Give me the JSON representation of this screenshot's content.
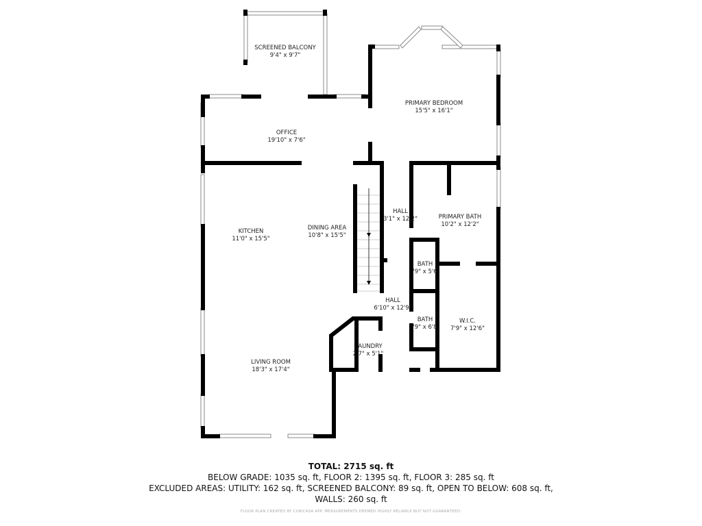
{
  "rooms": {
    "balcony": {
      "name": "SCREENED BALCONY",
      "dims": "9'4\" x 9'7\""
    },
    "office": {
      "name": "OFFICE",
      "dims": "19'10\" x 7'6\""
    },
    "bedroom": {
      "name": "PRIMARY BEDROOM",
      "dims": "15'5\" x 16'1\""
    },
    "kitchen": {
      "name": "KITCHEN",
      "dims": "11'0\" x 15'5\""
    },
    "dining": {
      "name": "DINING AREA",
      "dims": "10'8\" x 15'5\""
    },
    "hall1": {
      "name": "HALL",
      "dims": "3'1\" x 12'2\""
    },
    "pbath": {
      "name": "PRIMARY BATH",
      "dims": "10'2\" x 12'2\""
    },
    "bath1": {
      "name": "BATH",
      "dims": "'9\" x 5'6"
    },
    "hall2": {
      "name": "HALL",
      "dims": "6'10\" x 12'9\""
    },
    "bath2": {
      "name": "BATH",
      "dims": "'9\" x 6'8"
    },
    "wic": {
      "name": "W.I.C.",
      "dims": "7'9\" x 12'6\""
    },
    "laundry": {
      "name": "AUNDRY",
      "dims": "2'7\" x 5'1\""
    },
    "living": {
      "name": "LIVING ROOM",
      "dims": "18'3\" x 17'4\""
    }
  },
  "summary": {
    "total": "TOTAL: 2715 sq. ft",
    "line1": "BELOW GRADE: 1035 sq. ft, FLOOR 2: 1395 sq. ft, FLOOR 3: 285 sq. ft",
    "line2": "EXCLUDED AREAS: UTILITY: 162 sq. ft, SCREENED BALCONY: 89 sq. ft, OPEN TO BELOW: 608 sq. ft,",
    "line3": "WALLS: 260 sq. ft",
    "credit": "FLOOR PLAN CREATED BY CUBICASA APP. MEASUREMENTS DEEMED HIGHLY RELIABLE BUT NOT GUARANTEED."
  }
}
